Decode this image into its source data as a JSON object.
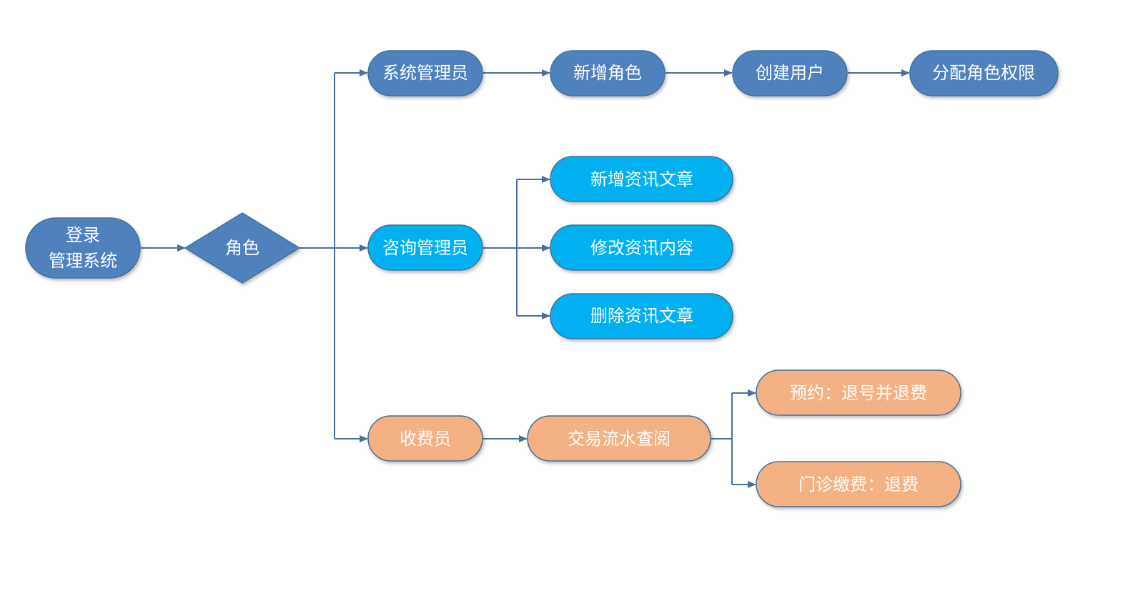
{
  "colors": {
    "primary": "#4f81bd",
    "consult": "#00b0f0",
    "cashier": "#f4b183",
    "border": "#41719c",
    "connector": "#4a6f9c"
  },
  "nodes": {
    "login": {
      "line1": "登录",
      "line2": "管理系统"
    },
    "role": "角色",
    "sys_admin": "系统管理员",
    "add_role": "新增角色",
    "create_user": "创建用户",
    "assign_perm": "分配角色权限",
    "consult_admin": "咨询管理员",
    "add_article": "新增资讯文章",
    "edit_content": "修改资讯内容",
    "delete_article": "删除资讯文章",
    "cashier": "收费员",
    "tx_query": "交易流水查阅",
    "reservation_refund": "预约：退号并退费",
    "outpatient_refund": "门诊缴费：退费"
  }
}
